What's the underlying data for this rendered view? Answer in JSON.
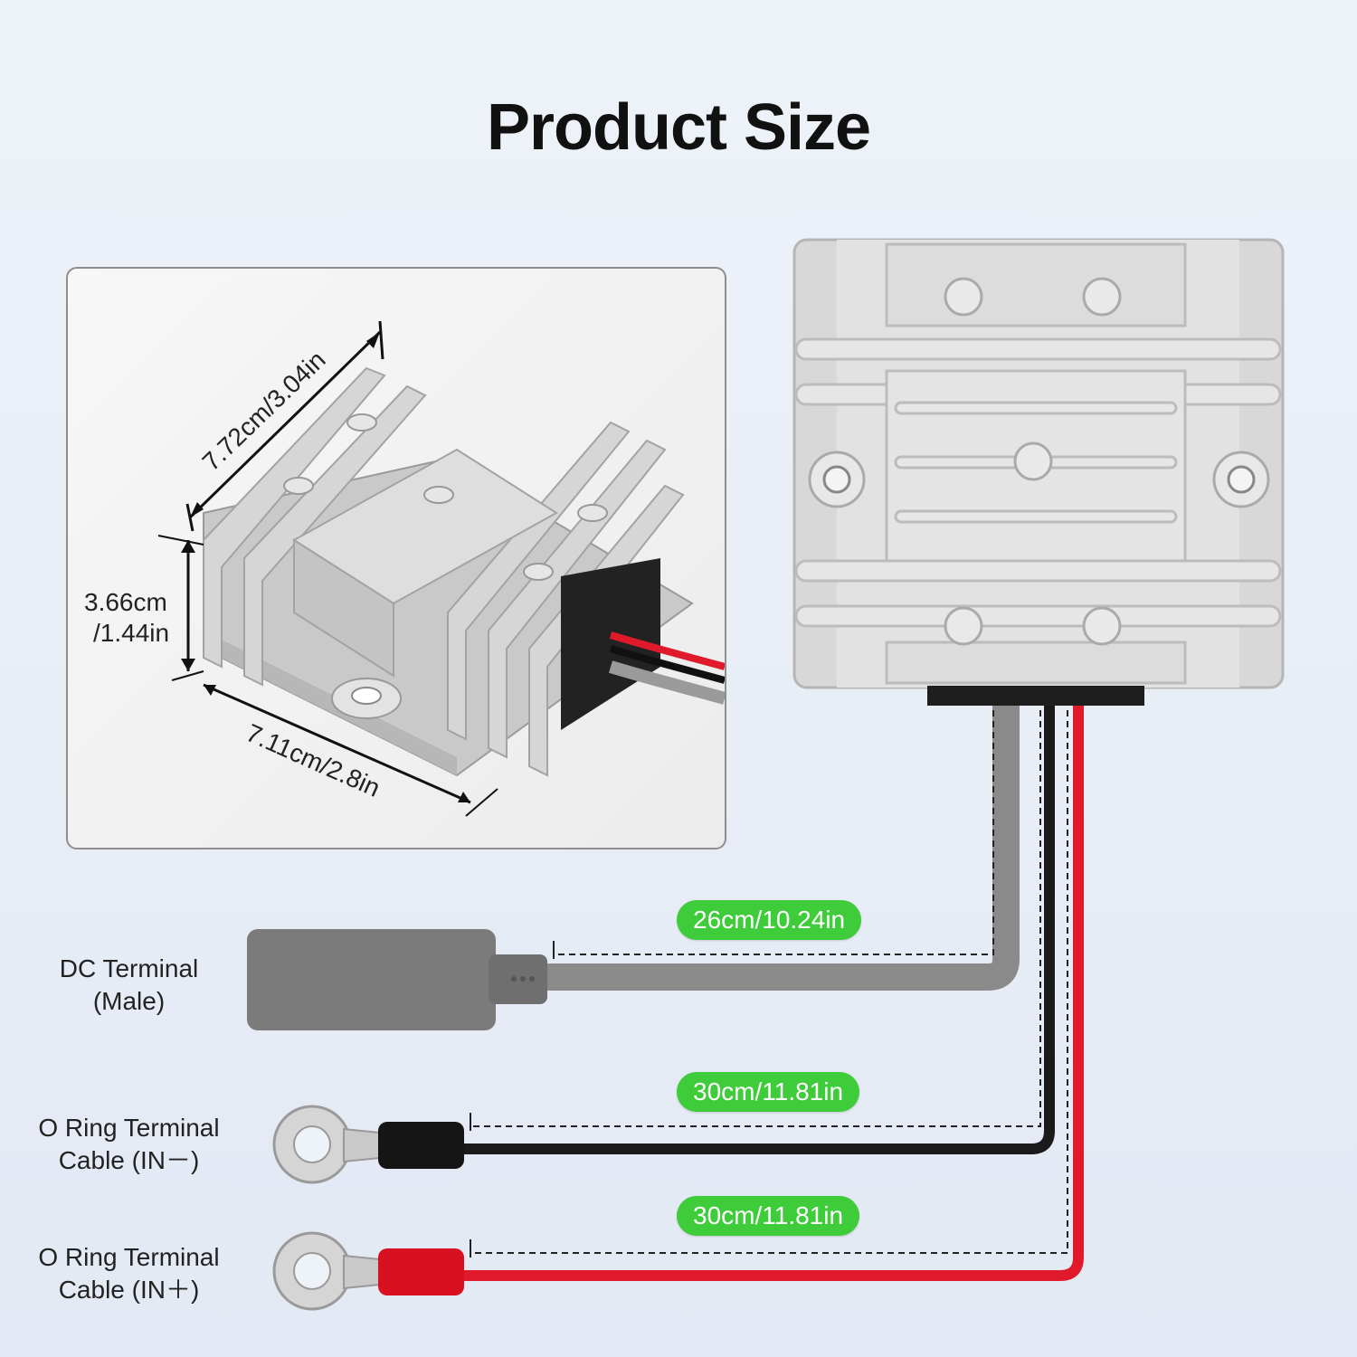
{
  "title": "Product Size",
  "inset": {
    "length": "7.72cm/3.04in",
    "height_line1": "3.66cm",
    "height_line2": "/1.44in",
    "width": "7.11cm/2.8in"
  },
  "cables": [
    {
      "label_line1": "DC Terminal",
      "label_line2": "(Male)",
      "length": "26cm/10.24in"
    },
    {
      "label_line1": "O Ring Terminal",
      "label_line2": "Cable (IN－)",
      "length": "30cm/11.81in"
    },
    {
      "label_line1": "O Ring Terminal",
      "label_line2": "Cable (IN＋)",
      "length": "30cm/11.81in"
    }
  ],
  "colors": {
    "gray_wire": "#8a8a8a",
    "black_wire": "#1a1a1a",
    "red_wire": "#e01a2b",
    "pill": "#3fcc3a",
    "housing": "#d9d9d9"
  }
}
